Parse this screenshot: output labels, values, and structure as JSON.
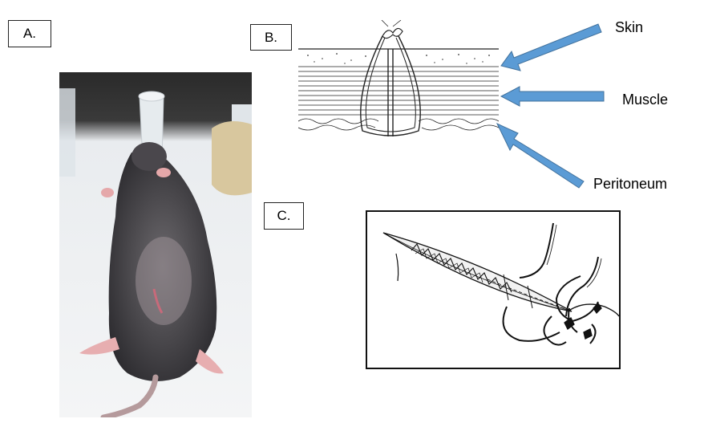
{
  "panels": {
    "a": {
      "label": "A."
    },
    "b": {
      "label": "B.",
      "callouts": {
        "skin": "Skin",
        "muscle": "Muscle",
        "peritoneum": "Peritoneum"
      }
    },
    "c": {
      "label": "C."
    }
  },
  "colors": {
    "arrow": "#5b9bd5",
    "arrow_stroke": "#41719c",
    "line_art": "#222222"
  }
}
